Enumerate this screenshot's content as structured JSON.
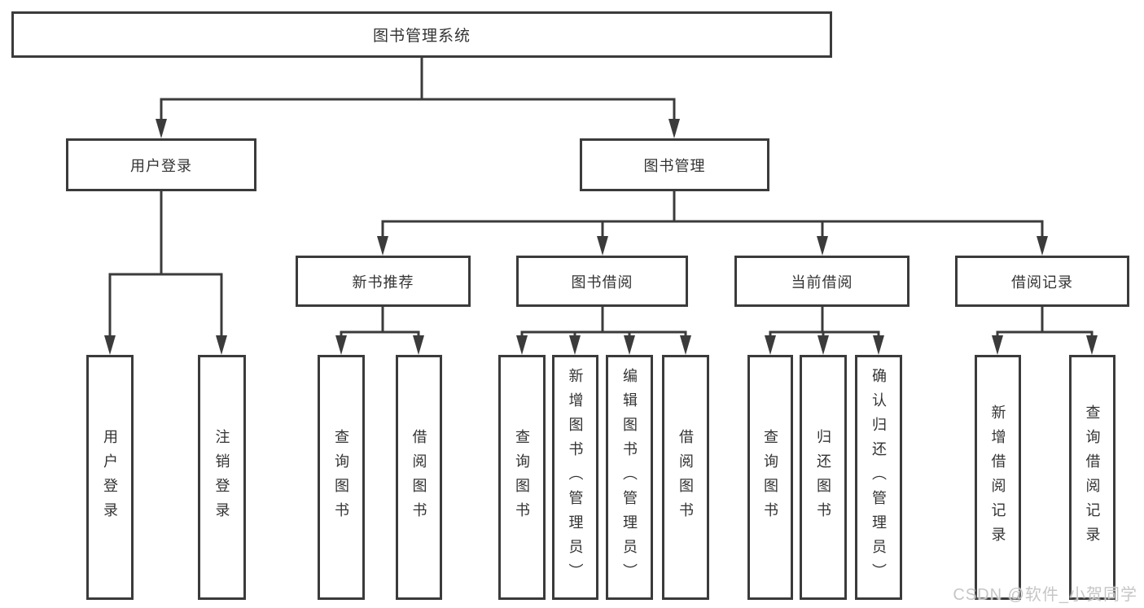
{
  "diagram": {
    "title": "图书管理系统",
    "type": "hierarchy-tree",
    "colors": {
      "background": "#ffffff",
      "line": "#3b3b3b",
      "border": "#3b3b3b",
      "text": "#333333",
      "watermark": "#c6c6c6"
    }
  },
  "nodes": {
    "root": {
      "label": "图书管理系统"
    },
    "user_login": {
      "label": "用户登录"
    },
    "book_mgmt": {
      "label": "图书管理"
    },
    "new_book_rec": {
      "label": "新书推荐"
    },
    "book_borrow": {
      "label": "图书借阅"
    },
    "current_borrow": {
      "label": "当前借阅"
    },
    "borrow_records": {
      "label": "借阅记录"
    },
    "login": {
      "label": "用户登录"
    },
    "logout": {
      "label": "注销登录"
    },
    "nb_query": {
      "label": "查询图书"
    },
    "nb_borrow": {
      "label": "借阅图书"
    },
    "bb_query": {
      "label": "查询图书"
    },
    "bb_add": {
      "label": "新增图书（管理员）"
    },
    "bb_edit": {
      "label": "编辑图书（管理员）"
    },
    "bb_borrow": {
      "label": "借阅图书"
    },
    "cb_query": {
      "label": "查询图书"
    },
    "cb_return": {
      "label": "归还图书"
    },
    "cb_confirm": {
      "label": "确认归还（管理员）"
    },
    "br_add": {
      "label": "新增借阅记录"
    },
    "br_query": {
      "label": "查询借阅记录"
    }
  },
  "hierarchy": {
    "root": {
      "user_login": [
        "login",
        "logout"
      ],
      "book_mgmt": {
        "new_book_rec": [
          "nb_query",
          "nb_borrow"
        ],
        "book_borrow": [
          "bb_query",
          "bb_add",
          "bb_edit",
          "bb_borrow"
        ],
        "current_borrow": [
          "cb_query",
          "cb_return",
          "cb_confirm"
        ],
        "borrow_records": [
          "br_add",
          "br_query"
        ]
      }
    }
  },
  "watermark": {
    "text": "CSDN @软件_小贺同学"
  }
}
